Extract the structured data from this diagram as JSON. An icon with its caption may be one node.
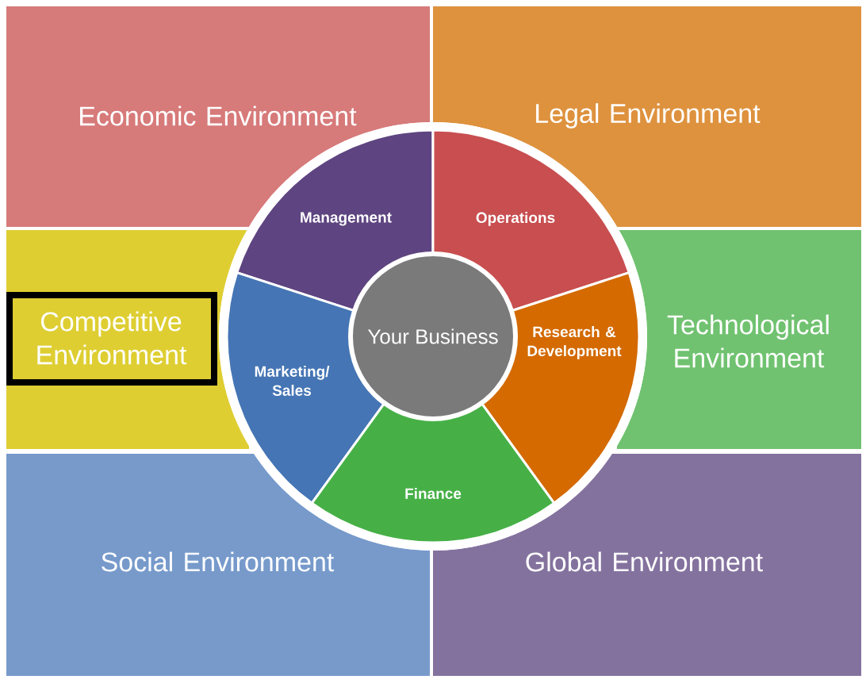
{
  "diagram": {
    "nodes": [
      {
        "text": [
          "Economic Environment"
        ]
      },
      {
        "text": [
          "Legal Environment"
        ]
      },
      {
        "text": [
          "Competitive Environment"
        ]
      },
      {
        "text": [
          "Technological Environment"
        ]
      },
      {
        "text": [
          "Social Environment"
        ]
      },
      {
        "text": [
          "Global Environment"
        ]
      },
      {
        "text": [
          "Management"
        ]
      },
      {
        "text": [
          "Operations"
        ]
      },
      {
        "text": [
          "Marketing/ Sales"
        ]
      },
      {
        "text": [
          "Your Business"
        ]
      },
      {
        "text": [
          "Research & Development"
        ]
      },
      {
        "text": [
          "Finance"
        ]
      }
    ]
  }
}
